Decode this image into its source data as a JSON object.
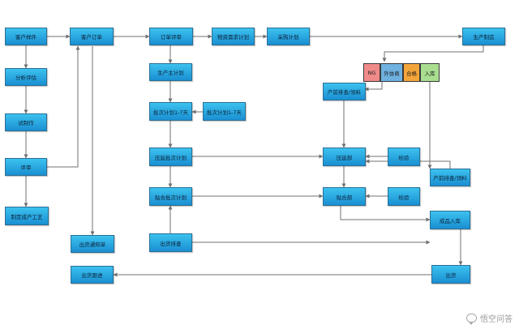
{
  "nodes": {
    "customer_sample": "客户样件",
    "customer_order": "客户订单",
    "order_review": "订单评审",
    "material_plan": "物资需求计划",
    "purchase_plan": "采购计划",
    "production_mfg": "生产制造",
    "analysis_eval": "分析评估",
    "production_master_plan": "生产主计划",
    "trial_production": "试制作",
    "batch_plan_left": "批次计划1-7天",
    "batch_plan_right": "批次计划1-7天",
    "review": "评审",
    "process_standard": "制定成产工艺",
    "press_batch_plan": "压延批次计划",
    "glue_batch_plan": "贴合批次计划",
    "shipping_notice": "出货通知单",
    "shipping_schedule": "出货排查",
    "shipping_trace": "出货跟进",
    "prod_schedule_material_1": "产前排查/领料",
    "prod_schedule_material_2": "产前排查/领料",
    "press_dept": "压延部",
    "glue_dept": "贴合部",
    "inspection_1": "检验",
    "inspection_2": "检验",
    "finished_storage": "成品入库",
    "shipping": "出货"
  },
  "status_tags": {
    "ng": "NG",
    "outsourcing": "外协商",
    "qualified": "合格",
    "storage": "入库"
  },
  "colors": {
    "node_top": "#3cc2ef",
    "node_bottom": "#1a8fd2",
    "ng": "#f08a8a",
    "outsourcing": "#6fb1e0",
    "qualified": "#f4a53a",
    "storage": "#a9dd90",
    "connector": "#707070"
  },
  "watermark": "悟空问答"
}
